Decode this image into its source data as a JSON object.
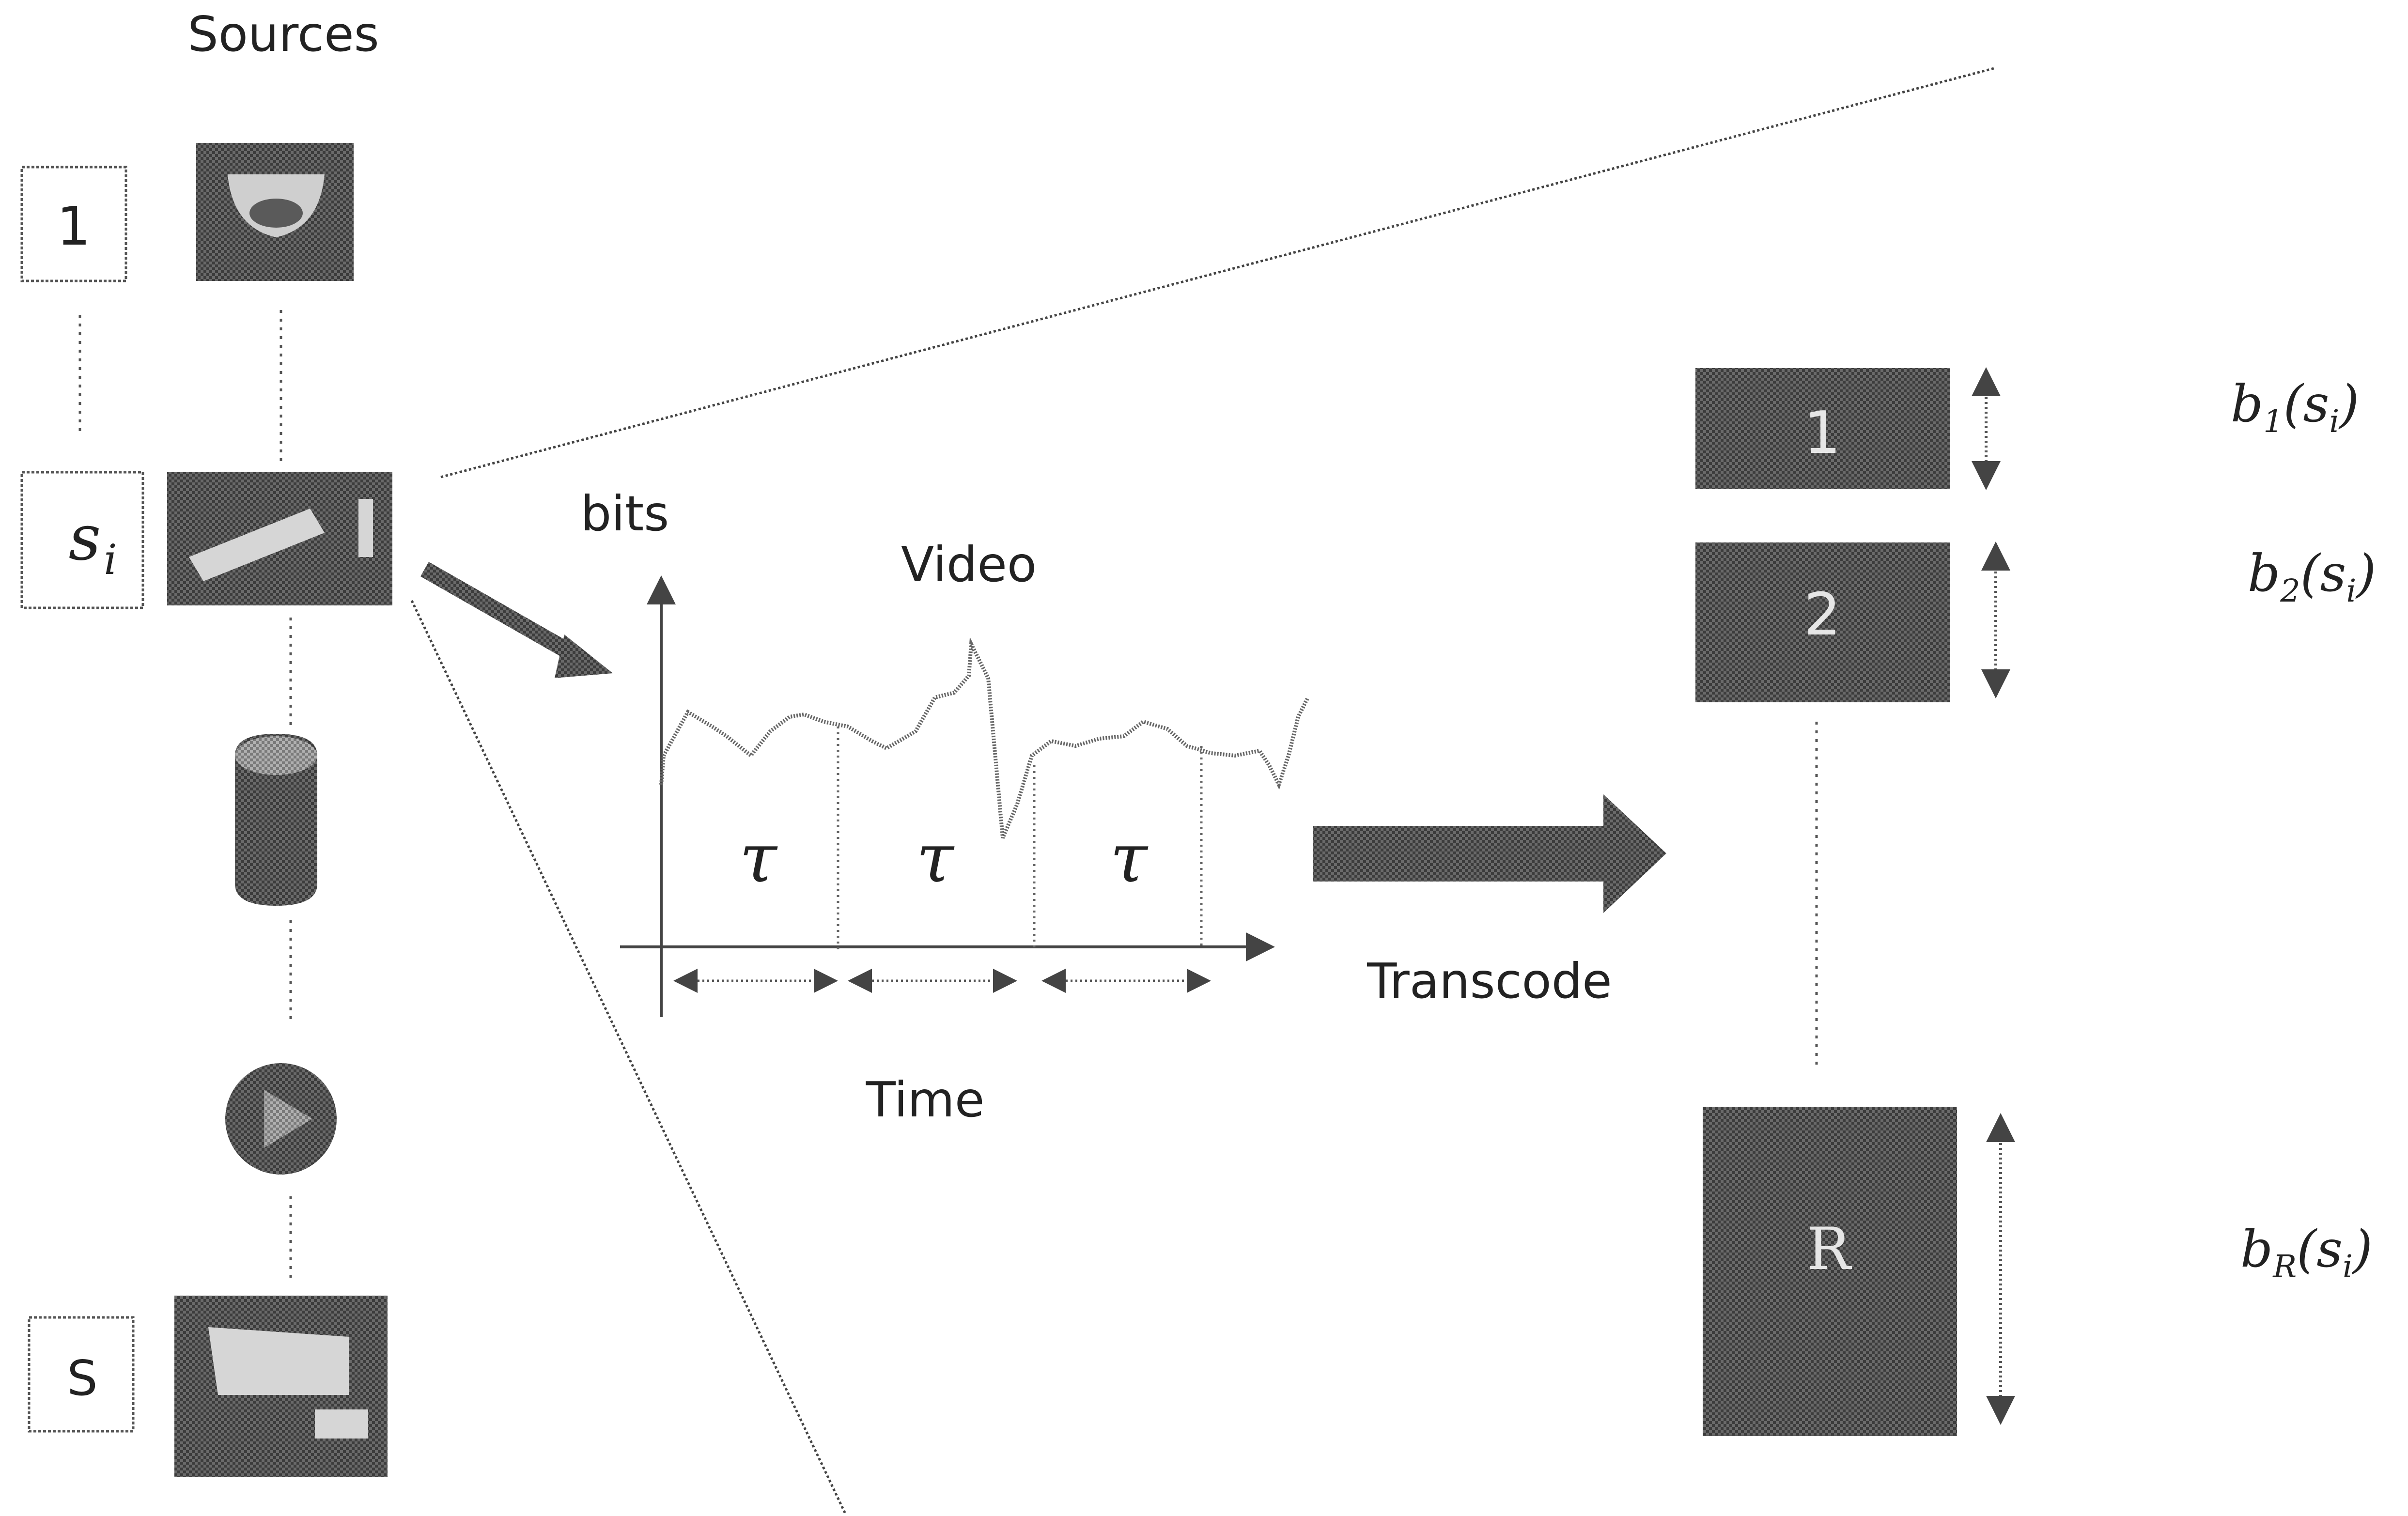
{
  "labels": {
    "sources": "Sources",
    "bits": "bits",
    "video": "Video",
    "time": "Time",
    "transcode": "Transcode",
    "tau": "τ"
  },
  "source_index_boxes": [
    "1",
    "s",
    "S"
  ],
  "source_index_subscript": "i",
  "source_icons": [
    "dome-camera-icon",
    "bullet-camera-icon",
    "storage-drum-icon",
    "play-disc-icon",
    "box-camera-icon"
  ],
  "renditions": [
    {
      "label": "1",
      "rate_main": "b",
      "rate_sub": "1",
      "rate_arg": "(s",
      "rate_arg_sub": "i",
      "rate_close": ")"
    },
    {
      "label": "2",
      "rate_main": "b",
      "rate_sub": "2",
      "rate_arg": "(s",
      "rate_arg_sub": "i",
      "rate_close": ")"
    },
    {
      "label": "R",
      "rate_main": "b",
      "rate_sub": "R",
      "rate_arg": "(s",
      "rate_arg_sub": "i",
      "rate_close": ")"
    }
  ],
  "colors": {
    "dark_fill": "#4a4a4a",
    "mid_fill": "#7a7a7a",
    "light_fill": "#bdbdbd",
    "line": "#333333"
  }
}
